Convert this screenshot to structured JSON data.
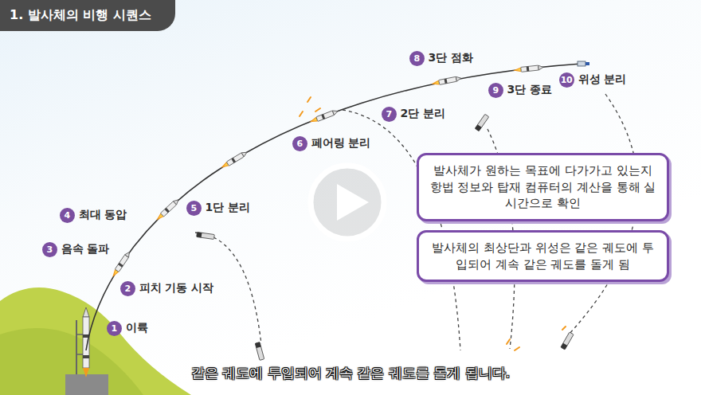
{
  "diagram": {
    "title": "1. 발사체의 비행 시퀀스",
    "caption": "같은 궤도에 투입되어 계속 같은 궤도를 돌게 됩니다.",
    "nodes": [
      {
        "text": [
          "1",
          "이륙"
        ]
      },
      {
        "text": [
          "2",
          "피치 기동 시작"
        ]
      },
      {
        "text": [
          "3",
          "음속 돌파"
        ]
      },
      {
        "text": [
          "4",
          "최대 동압"
        ]
      },
      {
        "text": [
          "5",
          "1단 분리"
        ]
      },
      {
        "text": [
          "6",
          "페어링 분리"
        ]
      },
      {
        "text": [
          "7",
          "2단 분리"
        ]
      },
      {
        "text": [
          "8",
          "3단 점화"
        ]
      },
      {
        "text": [
          "9",
          "3단 종료"
        ]
      },
      {
        "text": [
          "10",
          "위성 분리"
        ]
      },
      {
        "text": [
          "발사체가 원하는 목표에 다가가고 있는지 항법 정보와 탑재 컴퓨터의 계산을 통해 실시간으로 확인"
        ]
      },
      {
        "text": [
          "발사체의 최상단과 위성은 같은 궤도에 투입되어 계속 같은 궤도를 돌게 됨"
        ]
      }
    ]
  }
}
